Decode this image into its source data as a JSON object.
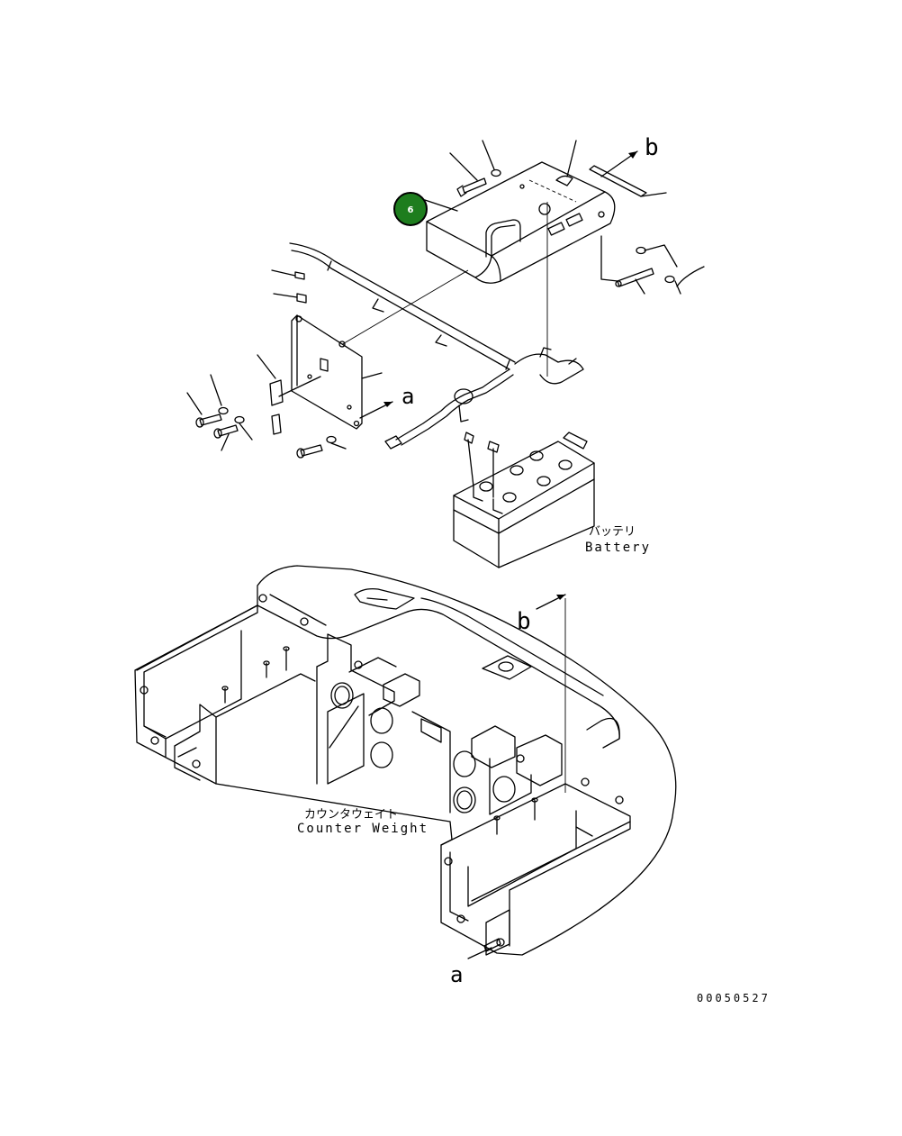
{
  "callout": {
    "number": "6",
    "color": "#1e7d1e"
  },
  "labels": {
    "battery_jp": "バッテリ",
    "battery_en": "Battery",
    "counterweight_jp": "カウンタウェイト",
    "counterweight_en": "Counter Weight",
    "ref_b_top": "b",
    "ref_b_bottom": "b",
    "ref_a_top": "a",
    "ref_a_bottom": "a",
    "drawing_number": "00050527"
  }
}
